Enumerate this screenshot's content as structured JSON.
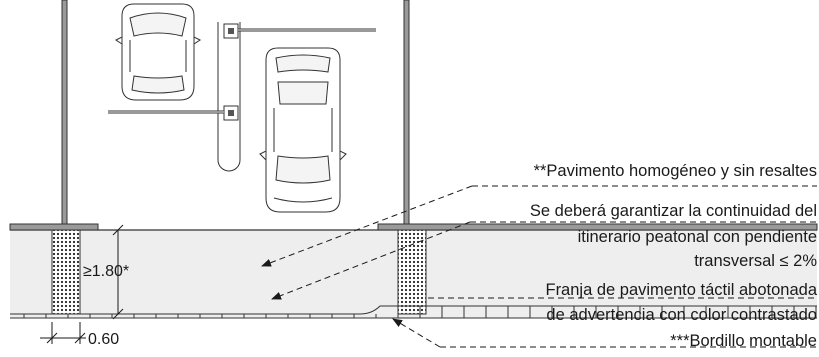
{
  "annotations": {
    "pavement": "**Pavimento homogéneo y sin resaltes",
    "continuity_line1": "Se deberá garantizar la continuidad del",
    "continuity_line2": "itinerario peatonal con pendiente",
    "continuity_line3": "transversal ≤ 2%",
    "tactile_line1": "Franja de pavimento táctil abotonada",
    "tactile_line2": "de advertencia con color contrastado",
    "curb": "***Bordillo montable"
  },
  "dimensions": {
    "sidewalk_width": "≥1.80*",
    "strip_width": "0.60"
  },
  "colors": {
    "sidewalk_fill": "#eeeeee",
    "line": "#1a1a1a",
    "wall": "#9a9a9a"
  }
}
